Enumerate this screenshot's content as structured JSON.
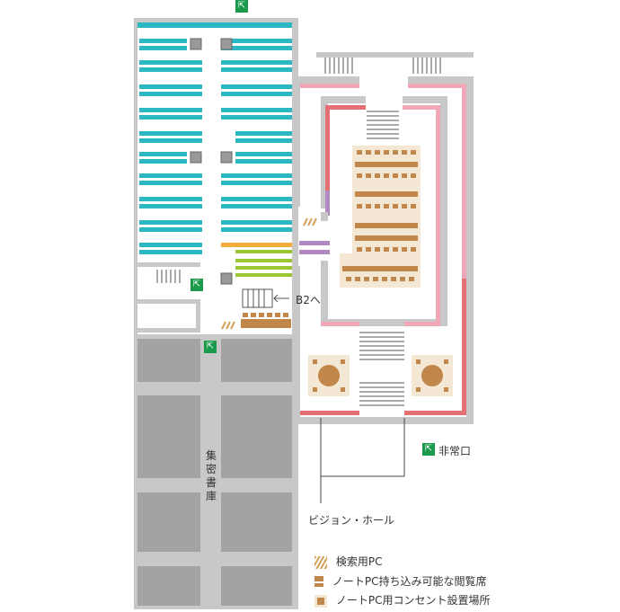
{
  "labels": {
    "b2": "B2へ",
    "stacks": "集密書庫",
    "exit": "非常口",
    "hall": "ビジョン・ホール"
  },
  "legend": [
    {
      "icon": "search-pc-icon",
      "label": "検索用PC"
    },
    {
      "icon": "laptop-seat-icon",
      "label": "ノートPC持ち込み可能な閲覧席"
    },
    {
      "icon": "outlet-seat-icon",
      "label": "ノートPC用コンセント設置場所"
    }
  ],
  "colors": {
    "wall": "#c8c8c8",
    "shelf": "#2cb8c3",
    "dense_stack": "#a3a3a3",
    "pink": "#f0a8b8",
    "red": "#e56f72",
    "purple": "#b08ac0",
    "orange": "#f0ad3c",
    "green": "#9cc735",
    "desk": "#c0864a",
    "seat_bg": "#f4e7d3",
    "exit": "#1a9a4a"
  }
}
